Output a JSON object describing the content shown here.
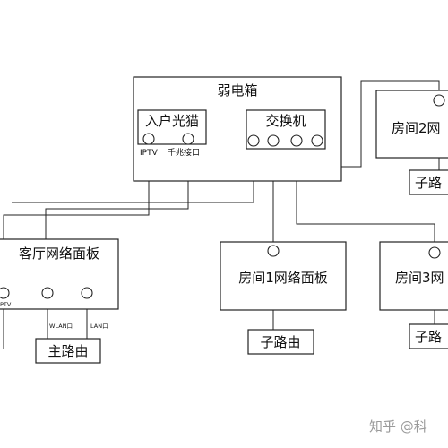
{
  "weak_box": {
    "title": "弱电箱"
  },
  "modem": {
    "title": "入户光猫",
    "port_iptv": "IPTV",
    "port_gigabit": "千兆接口"
  },
  "switch": {
    "title": "交换机"
  },
  "living_panel": {
    "title": "客厅网络面板",
    "port_iptv": "PTV",
    "port_wlan": "WLAN口",
    "port_lan": "LAN口"
  },
  "main_router": {
    "title": "主路由"
  },
  "room1_panel": {
    "title": "房间1网络面板"
  },
  "room1_router": {
    "title": "子路由"
  },
  "room2_panel": {
    "title": "房间2网"
  },
  "room2_router": {
    "title": "子路"
  },
  "room3_panel": {
    "title": "房间3网"
  },
  "room3_router": {
    "title": "子路"
  },
  "watermark": {
    "text": "知乎 @科"
  },
  "colors": {
    "line": "#222222",
    "background": "#ffffff",
    "watermark": "#9a9a9a"
  }
}
